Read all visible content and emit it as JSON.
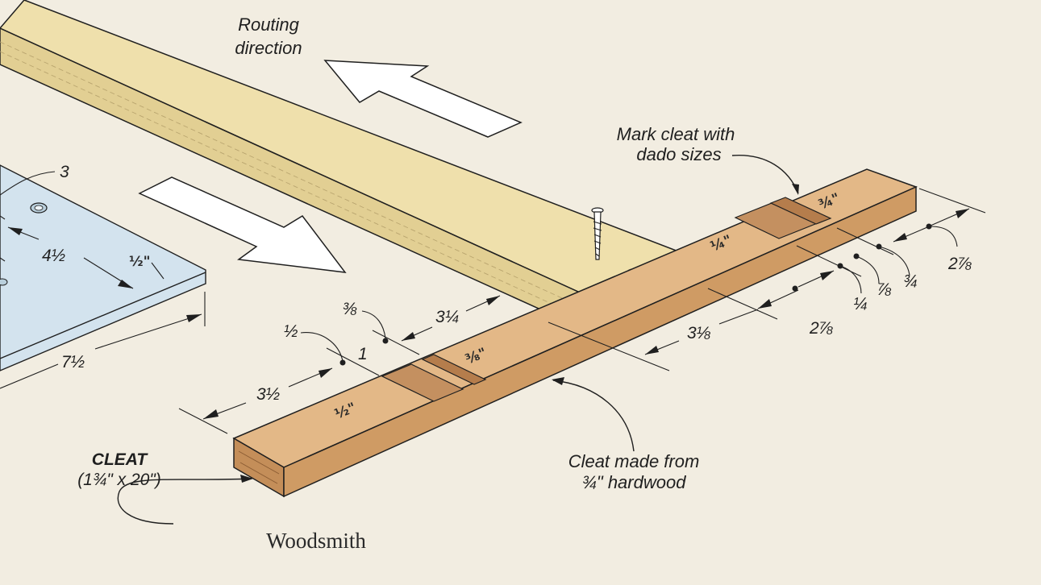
{
  "colors": {
    "background": "#f2ede1",
    "cleat": "#d9a874",
    "cleat_top": "#e3b887",
    "cleat_front": "#c48e59",
    "board": "#efe0ac",
    "board_side": "#e2cf93",
    "base_plate": "#d3e3ee",
    "ink": "#1f1f1f"
  },
  "labels": {
    "routing_direction_line1": "Routing",
    "routing_direction_line2": "direction",
    "mark_cleat_line1": "Mark cleat with",
    "mark_cleat_line2": "dado sizes",
    "cleat_title": "CLEAT",
    "cleat_size": "(1¾\" x 20\")",
    "cleat_made_line1": "Cleat made from",
    "cleat_made_line2": "¾\" hardwood",
    "credit": "Woodsmith"
  },
  "dimensions": {
    "base_3": "3",
    "base_4_1_2": "4½",
    "base_7_1_2": "7½",
    "base_note_1_2": "½\"",
    "d_1_2": "½",
    "d_1": "1",
    "d_3_8": "⅜",
    "d_3_1_4": "3¼",
    "d_3_1_2": "3½",
    "d_3_1_8": "3⅛",
    "d_2_7_8_mid": "2⅞",
    "d_1_4": "¼",
    "d_7_8": "⅞",
    "d_3_4": "¾",
    "d_2_7_8_right": "2⅞"
  },
  "cleat_marks": {
    "mark_1_2": "½\"",
    "mark_3_8": "⅜\"",
    "mark_1_4": "¼\"",
    "mark_3_4": "¾\""
  }
}
